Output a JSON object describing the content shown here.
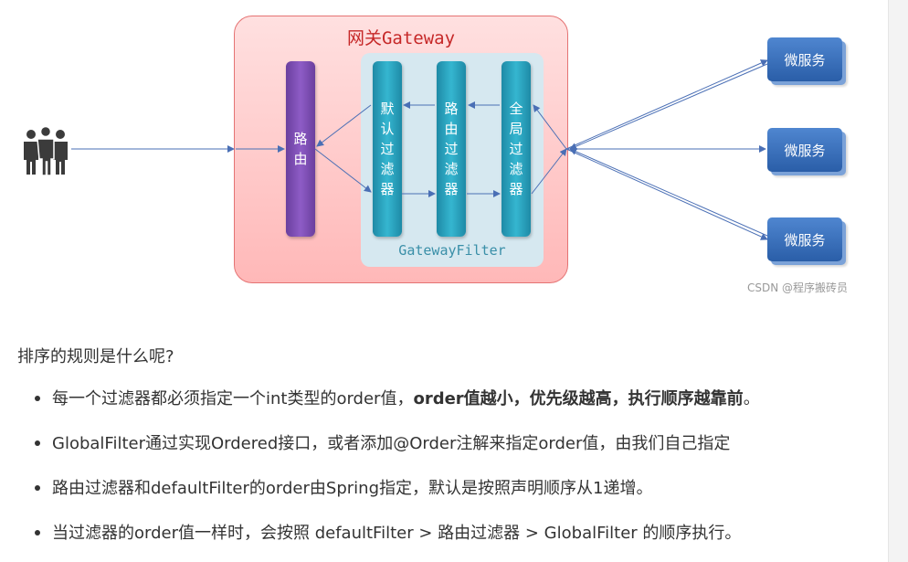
{
  "diagram": {
    "gateway_title": "网关Gateway",
    "filter_group_label": "GatewayFilter",
    "route_bar": [
      "路",
      "由"
    ],
    "default_filter_bar": [
      "默",
      "认",
      "过",
      "滤",
      "器"
    ],
    "route_filter_bar": [
      "路",
      "由",
      "过",
      "滤",
      "器"
    ],
    "global_filter_bar": [
      "全",
      "局",
      "过",
      "滤",
      "器"
    ],
    "services": [
      "微服务",
      "微服务",
      "微服务"
    ],
    "watermark": "CSDN @程序搬砖员",
    "colors": {
      "gateway_border": "#e57373",
      "route_bar": "#7b4fb5",
      "filter_bar": "#2ba3c0",
      "service": "#3a6fbe"
    }
  },
  "question": "排序的规则是什么呢?",
  "rules": [
    {
      "text": "每一个过滤器都必须指定一个int类型的order值，",
      "bold": "order值越小，优先级越高，执行顺序越靠前",
      "tail": "。"
    },
    {
      "text": "GlobalFilter通过实现Ordered接口，或者添加@Order注解来指定order值，由我们自己指定",
      "bold": "",
      "tail": ""
    },
    {
      "text": "路由过滤器和defaultFilter的order由Spring指定，默认是按照声明顺序从1递增。",
      "bold": "",
      "tail": ""
    },
    {
      "text": "当过滤器的order值一样时，会按照 defaultFilter > 路由过滤器 > GlobalFilter 的顺序执行。",
      "bold": "",
      "tail": ""
    }
  ]
}
